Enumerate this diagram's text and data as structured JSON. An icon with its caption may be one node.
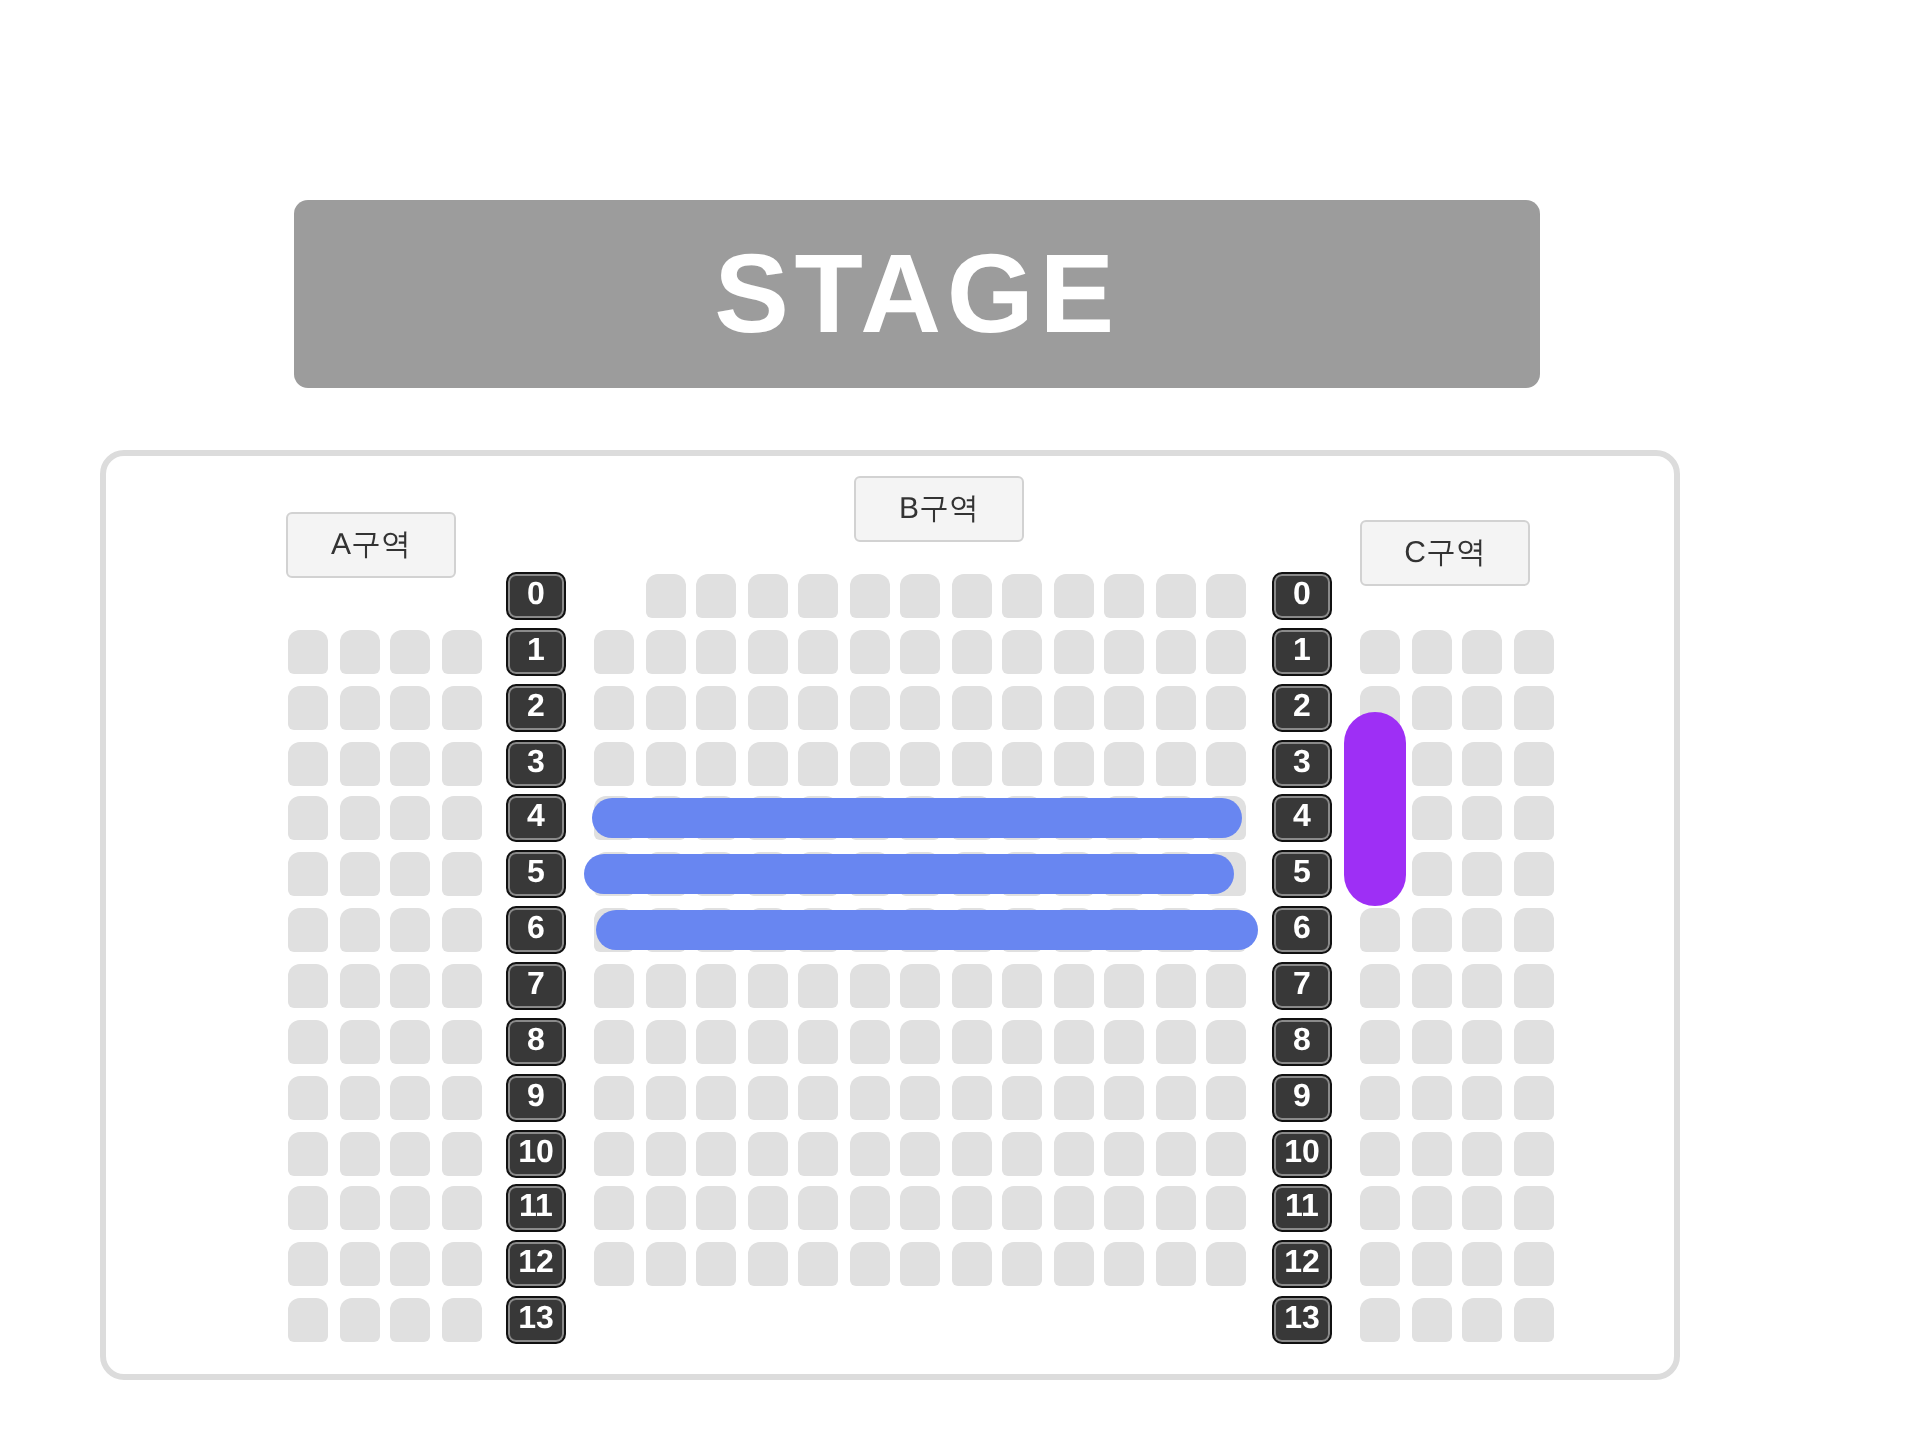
{
  "diagram": {
    "nodes": [
      {
        "text": [
          "STAGE"
        ]
      },
      {
        "text": [],
        "shape": "box"
      },
      {
        "text": [
          "A구역"
        ],
        "in": 1
      },
      {
        "text": [
          "B구역"
        ],
        "in": 1
      },
      {
        "text": [
          "C구역"
        ],
        "in": 1
      },
      {
        "text": [
          "0"
        ],
        "in": 1
      },
      {
        "text": [
          "1"
        ],
        "in": 1
      },
      {
        "text": [
          "2"
        ],
        "in": 1
      },
      {
        "text": [
          "3"
        ],
        "in": 1
      },
      {
        "text": [
          "4"
        ],
        "in": 1
      },
      {
        "text": [
          "5"
        ],
        "in": 1
      },
      {
        "text": [
          "6"
        ],
        "in": 1
      },
      {
        "text": [
          "7"
        ],
        "in": 1
      },
      {
        "text": [
          "8"
        ],
        "in": 1
      },
      {
        "text": [
          "9"
        ],
        "in": 1
      },
      {
        "text": [
          "10"
        ],
        "in": 1
      },
      {
        "text": [
          "11"
        ],
        "in": 1
      },
      {
        "text": [
          "12"
        ],
        "in": 1
      },
      {
        "text": [
          "13"
        ],
        "in": 1
      },
      {
        "text": [
          "0"
        ],
        "in": 1
      },
      {
        "text": [
          "1"
        ],
        "in": 1
      },
      {
        "text": [
          "2"
        ],
        "in": 1
      },
      {
        "text": [
          "3"
        ],
        "in": 1
      },
      {
        "text": [
          "4"
        ],
        "in": 1
      },
      {
        "text": [
          "5"
        ],
        "in": 1
      },
      {
        "text": [
          "6"
        ],
        "in": 1
      },
      {
        "text": [
          "7"
        ],
        "in": 1
      },
      {
        "text": [
          "8"
        ],
        "in": 1
      },
      {
        "text": [
          "9"
        ],
        "in": 1
      },
      {
        "text": [
          "10"
        ],
        "in": 1
      },
      {
        "text": [
          "11"
        ],
        "in": 1
      },
      {
        "text": [
          "12"
        ],
        "in": 1
      },
      {
        "text": [
          "13"
        ],
        "in": 1
      }
    ]
  }
}
